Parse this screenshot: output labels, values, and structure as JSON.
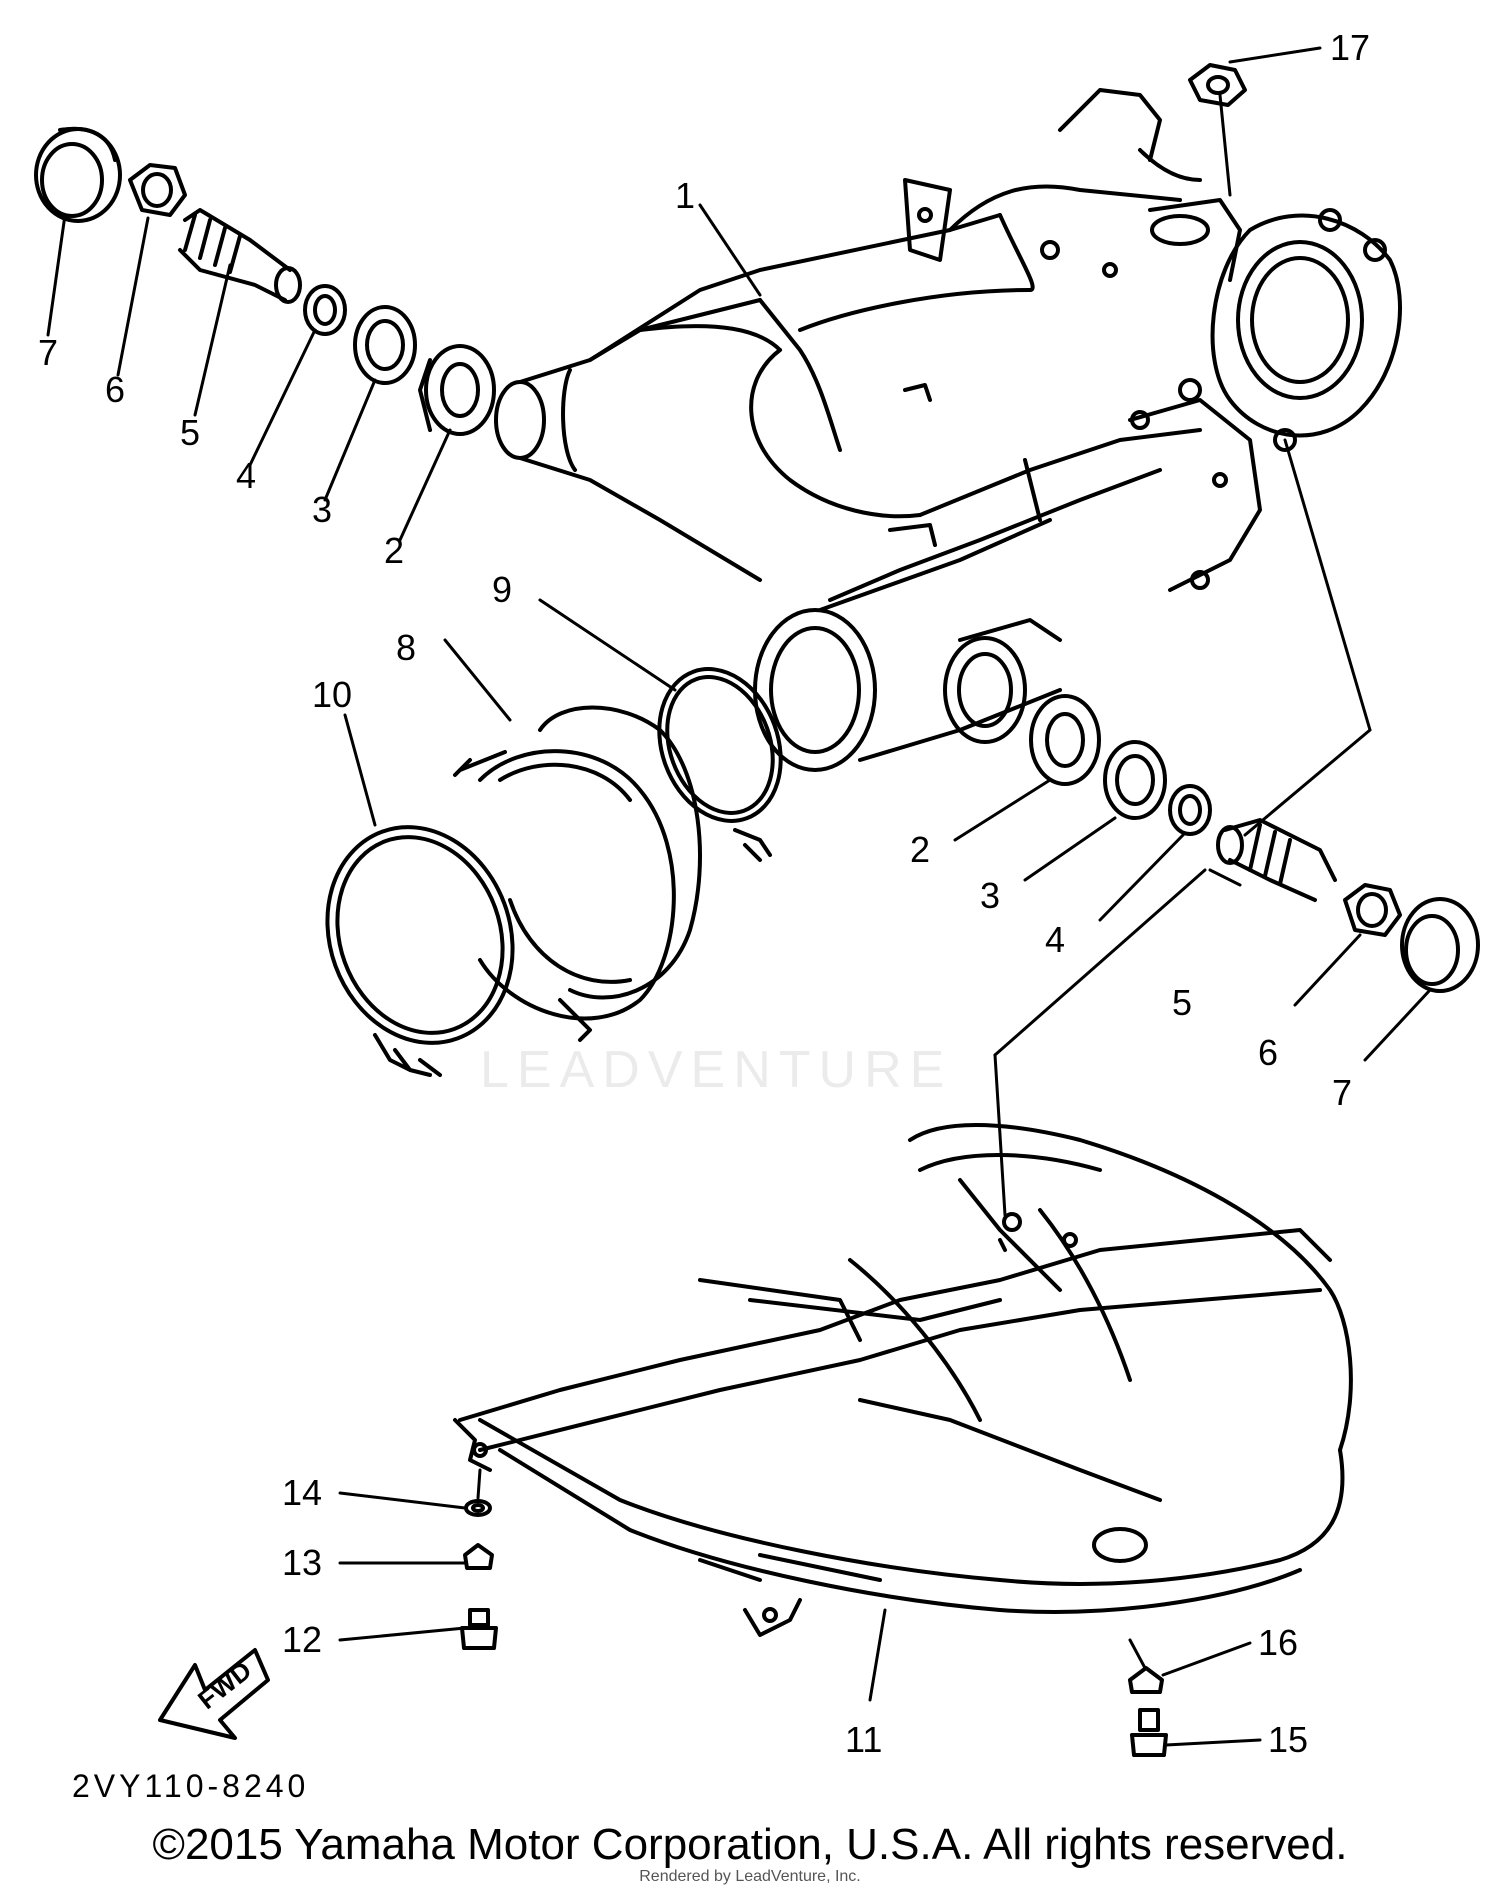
{
  "diagram": {
    "code": "2VY110-8240",
    "copyright": "©2015 Yamaha Motor Corporation, U.S.A. All rights reserved.",
    "rendered_by": "Rendered by LeadVenture, Inc.",
    "watermark": "LEADVENTURE",
    "fwd_label": "FWD",
    "callouts": {
      "c1": "1",
      "c2a": "2",
      "c3a": "3",
      "c4a": "4",
      "c5a": "5",
      "c6a": "6",
      "c7a": "7",
      "c8": "8",
      "c9": "9",
      "c10": "10",
      "c2b": "2",
      "c3b": "3",
      "c4b": "4",
      "c5b": "5",
      "c6b": "6",
      "c7b": "7",
      "c11": "11",
      "c12": "12",
      "c13": "13",
      "c14": "14",
      "c15": "15",
      "c16": "16",
      "c17": "17"
    }
  },
  "colors": {
    "ink": "#000000",
    "paper": "#ffffff",
    "watermark": "#e9e9e9"
  }
}
